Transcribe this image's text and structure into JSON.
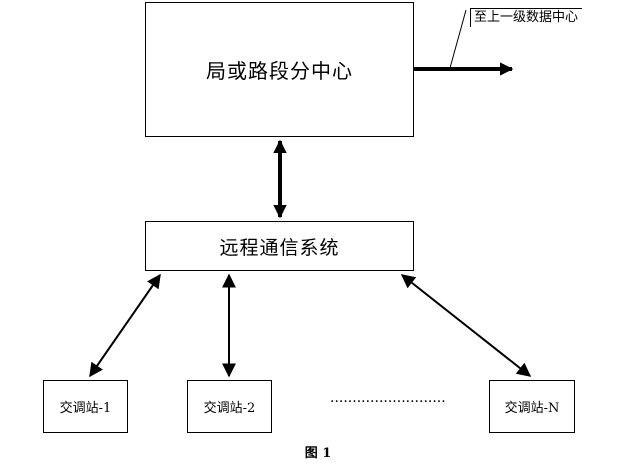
{
  "nodes": {
    "center": "局或路段分中心",
    "comm": "远程通信系统",
    "station_1": "交调站-1",
    "station_2": "交调站-2",
    "station_n": "交调站-N"
  },
  "upper_label": "至上一级数据中心",
  "ellipsis": "··························",
  "caption": "图 1"
}
